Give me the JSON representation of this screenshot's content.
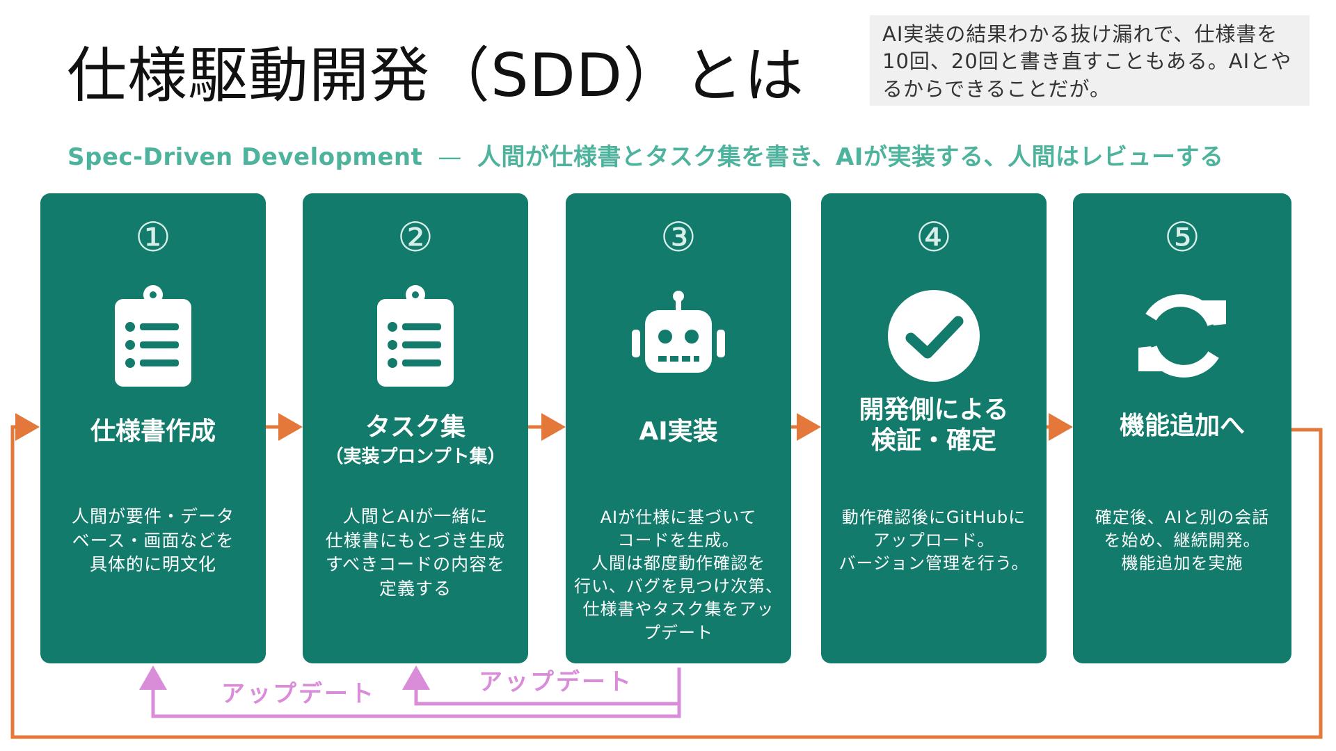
{
  "title": "仕様駆動開発（SDD）とは",
  "note": "AI実装の結果わかる抜け漏れで、仕様書を10回、20回と書き直すこともある。AIとやるからできることだが。",
  "subtitle": {
    "en": "Spec-Driven Development",
    "sep": "—",
    "ja": "人間が仕様書とタスク集を書き、AIが実装する、人間はレビューする"
  },
  "steps": [
    {
      "num": "①",
      "icon": "clipboard-list-icon",
      "title": "仕様書作成",
      "subtitle": "",
      "desc": "人間が要件・データ\nベース・画面などを\n具体的に明文化"
    },
    {
      "num": "②",
      "icon": "clipboard-list-icon",
      "title": "タスク集",
      "subtitle": "（実装プロンプト集）",
      "desc": "人間とAIが一緒に\n仕様書にもとづき生成\nすべきコードの内容を\n定義する"
    },
    {
      "num": "③",
      "icon": "robot-icon",
      "title": "AI実装",
      "subtitle": "",
      "desc": "AIが仕様に基づいて\nコードを生成。\n人間は都度動作確認を\n行い、バグを見つけ次第、\n仕様書やタスク集をアッ\nプデート"
    },
    {
      "num": "④",
      "icon": "check-circle-icon",
      "title": "開発側による\n検証・確定",
      "subtitle": "",
      "desc": "動作確認後にGitHubに\nアップロード。\nバージョン管理を行う。"
    },
    {
      "num": "⑤",
      "icon": "sync-arrows-icon",
      "title": "機能追加へ",
      "subtitle": "",
      "desc": "確定後、AIと別の会話\nを始め、継続開発。\n機能追加を実施"
    }
  ],
  "update_labels": [
    "アップデート",
    "アップデート"
  ],
  "colors": {
    "card": "#127b6b",
    "subtitle": "#4db39d",
    "flow_arrow": "#e4773a",
    "update_arrow": "#d98cd8",
    "step_number": "#d7efe9"
  }
}
